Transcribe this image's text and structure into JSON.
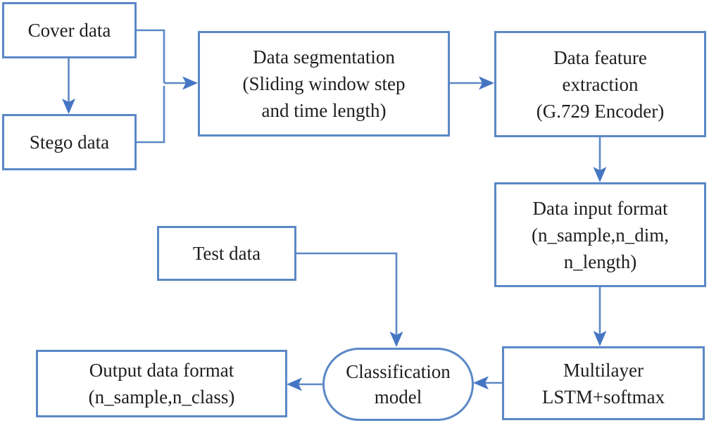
{
  "figure": {
    "background": "#ffffff",
    "accent_color": "#5b88c6",
    "arrow_color": "#4576c4",
    "text_color": "#1e1e1e"
  },
  "nodes": {
    "cover": {
      "label": "Cover data"
    },
    "stego": {
      "label": "Stego data"
    },
    "segmentation": {
      "line1": "Data segmentation",
      "line2": "(Sliding window step",
      "line3": "and time length)"
    },
    "feature": {
      "line1": "Data feature",
      "line2": "extraction",
      "line3": "(G.729 Encoder)"
    },
    "input_format": {
      "line1": "Data input format",
      "line2": "(n_sample,n_dim,",
      "line3": "n_length)"
    },
    "test": {
      "label": "Test data"
    },
    "multilayer": {
      "line1": "Multilayer",
      "line2": "LSTM+softmax"
    },
    "classification": {
      "line1": "Classification",
      "line2": "model"
    },
    "output_format": {
      "line1": "Output data format",
      "line2": "(n_sample,n_class)"
    }
  },
  "edges": [
    {
      "from": "cover",
      "to": "stego"
    },
    {
      "from": "cover",
      "to": "segmentation"
    },
    {
      "from": "stego",
      "to": "segmentation"
    },
    {
      "from": "segmentation",
      "to": "feature"
    },
    {
      "from": "feature",
      "to": "input_format"
    },
    {
      "from": "input_format",
      "to": "multilayer"
    },
    {
      "from": "test",
      "to": "classification"
    },
    {
      "from": "multilayer",
      "to": "classification"
    },
    {
      "from": "classification",
      "to": "output_format"
    }
  ]
}
